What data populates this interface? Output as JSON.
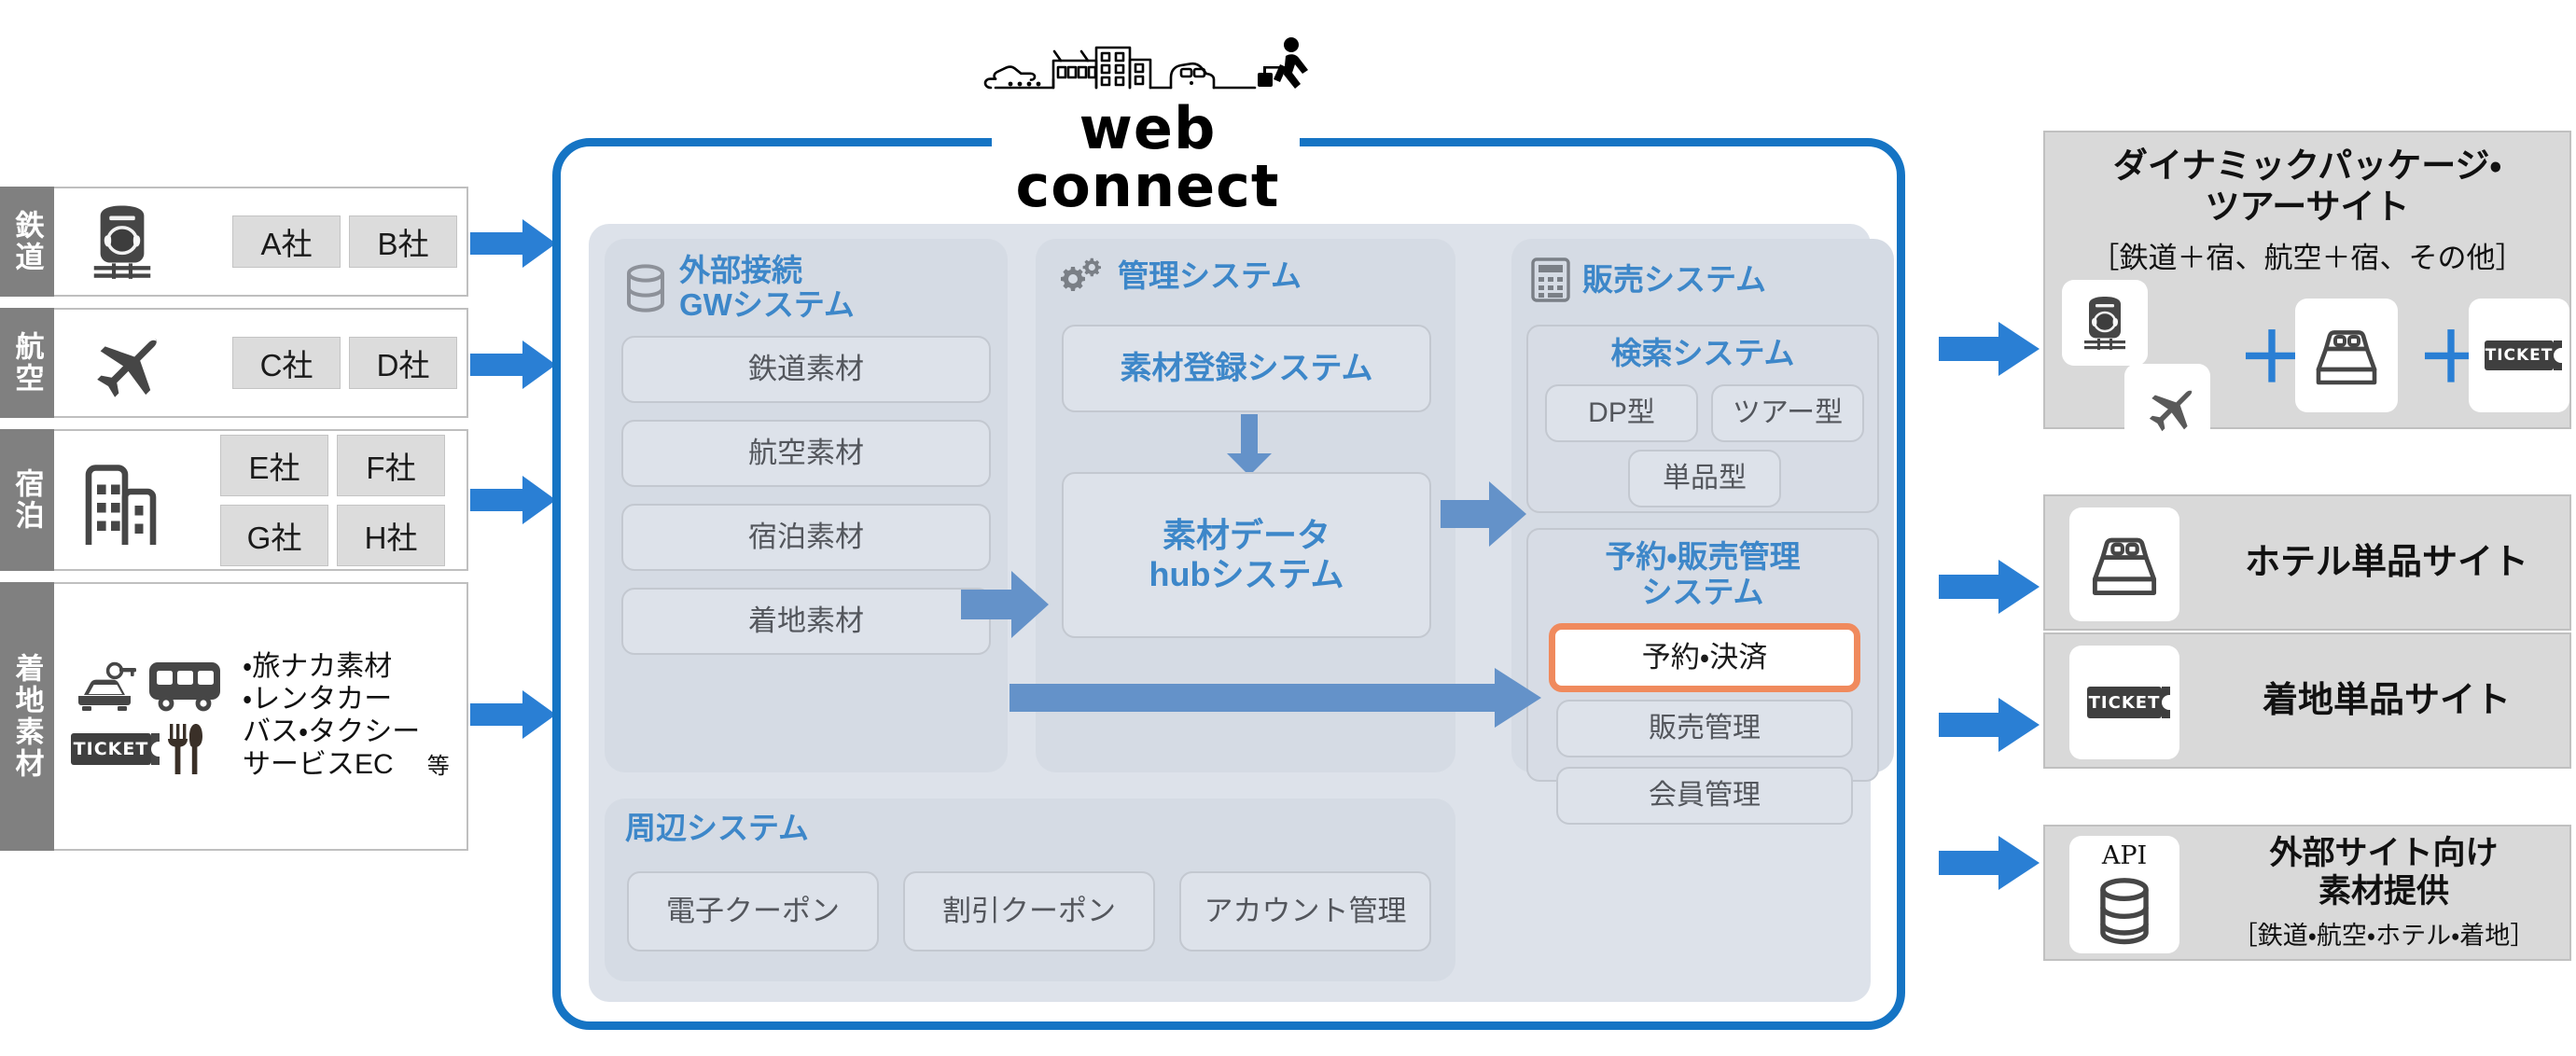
{
  "brand": {
    "logo_text": "web connect"
  },
  "suppliers": {
    "rows": [
      {
        "category": "鉄道",
        "icon": "train-icon",
        "companies": [
          "A社",
          "B社"
        ]
      },
      {
        "category": "航空",
        "icon": "airplane-icon",
        "companies": [
          "C社",
          "D社"
        ]
      },
      {
        "category": "宿泊",
        "icon": "building-icon",
        "companies": [
          "E社",
          "F社",
          "G社",
          "H社"
        ]
      },
      {
        "category": "着地素材",
        "icon": "ground-transport-icons",
        "items": [
          "・旅ナカ素材",
          "・レンタカー",
          "バス・タクシー",
          "サービスEC"
        ],
        "suffix": "等"
      }
    ]
  },
  "platform": {
    "gateway": {
      "icon": "database-icon",
      "title": "外部接続\nGWシステム",
      "items": [
        "鉄道素材",
        "航空素材",
        "宿泊素材",
        "着地素材"
      ]
    },
    "management": {
      "icon": "gears-icon",
      "title": "管理システム",
      "items": [
        {
          "label": "素材登録システム"
        },
        {
          "label": "素材データ\nhubシステム"
        }
      ]
    },
    "sales": {
      "icon": "calculator-icon",
      "title": "販売システム",
      "search": {
        "title": "検索システム",
        "items": [
          "DP型",
          "ツアー型",
          "単品型"
        ]
      },
      "booking": {
        "title": "予約・販売管理\nシステム",
        "items": [
          "予約・決済",
          "販売管理",
          "会員管理"
        ],
        "highlighted": "予約・決済"
      }
    },
    "peripheral": {
      "title": "周辺システム",
      "items": [
        "電子クーポン",
        "割引クーポン",
        "アカウント管理"
      ]
    }
  },
  "outputs": [
    {
      "title": "ダイナミックパッケージ・\nツアーサイト",
      "subtitle": "［鉄道＋宿、航空＋宿、その他］",
      "icons": [
        "train-icon",
        "airplane-icon",
        "bed-icon",
        "ticket-icon"
      ],
      "plus": "＋"
    },
    {
      "title": "ホテル単品サイト",
      "icons": [
        "bed-icon"
      ]
    },
    {
      "title": "着地単品サイト",
      "icons": [
        "ticket-icon"
      ]
    },
    {
      "title": "外部サイト向け\n素材提供",
      "subtitle": "［鉄道・航空・ホテル・着地］",
      "icons": [
        "api-database-icon"
      ],
      "badge": "API"
    }
  ],
  "colors": {
    "frame_blue": "#1574c4",
    "arrow_blue": "#2a7fd4",
    "inner_arrow_blue": "#6492c9",
    "accent_orange": "#f08a5d",
    "group_gray": "#d5dbe4",
    "panel_gray": "#d9d9d9",
    "tab_gray": "#808080",
    "title_blue": "#3d87c9"
  },
  "badges": {
    "ticket": "TICKET"
  }
}
